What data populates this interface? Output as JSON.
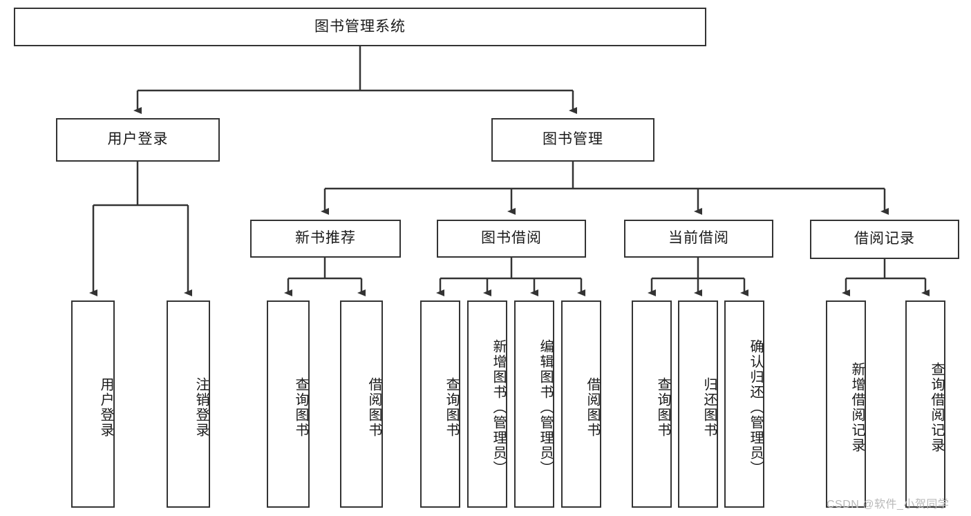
{
  "diagram": {
    "type": "hierarchy-tree",
    "title": "图书管理系统",
    "colors": {
      "box_border": "#333333",
      "box_fill": "#ffffff",
      "connector": "#333333",
      "text": "#1a1a1a",
      "watermark": "#b8b8b8",
      "background": "#ffffff"
    },
    "watermark": "CSDN @软件_小贺同学",
    "levels": [
      {
        "level": 1,
        "nodes": [
          {
            "id": "root",
            "label": "图书管理系统",
            "orientation": "horizontal"
          }
        ]
      },
      {
        "level": 2,
        "nodes": [
          {
            "id": "login",
            "label": "用户登录",
            "orientation": "horizontal",
            "parent": "root"
          },
          {
            "id": "bookmgmt",
            "label": "图书管理",
            "orientation": "horizontal",
            "parent": "root"
          }
        ]
      },
      {
        "level": 3,
        "nodes": [
          {
            "id": "newbook",
            "label": "新书推荐",
            "orientation": "horizontal",
            "parent": "bookmgmt"
          },
          {
            "id": "borrow",
            "label": "图书借阅",
            "orientation": "horizontal",
            "parent": "bookmgmt"
          },
          {
            "id": "current",
            "label": "当前借阅",
            "orientation": "horizontal",
            "parent": "bookmgmt"
          },
          {
            "id": "records",
            "label": "借阅记录",
            "orientation": "horizontal",
            "parent": "bookmgmt"
          }
        ]
      },
      {
        "level": 4,
        "nodes": [
          {
            "id": "leaf-login-1",
            "label": "用户登录",
            "orientation": "vertical",
            "parent": "login"
          },
          {
            "id": "leaf-login-2",
            "label": "注销登录",
            "orientation": "vertical",
            "parent": "login"
          },
          {
            "id": "leaf-newbook-1",
            "label": "查询图书",
            "orientation": "vertical",
            "parent": "newbook"
          },
          {
            "id": "leaf-newbook-2",
            "label": "借阅图书",
            "orientation": "vertical",
            "parent": "newbook"
          },
          {
            "id": "leaf-borrow-1",
            "label": "查询图书",
            "orientation": "vertical",
            "parent": "borrow"
          },
          {
            "id": "leaf-borrow-2",
            "label": "新增图书（管理员）",
            "orientation": "vertical",
            "parent": "borrow"
          },
          {
            "id": "leaf-borrow-3",
            "label": "编辑图书（管理员）",
            "orientation": "vertical",
            "parent": "borrow"
          },
          {
            "id": "leaf-borrow-4",
            "label": "借阅图书",
            "orientation": "vertical",
            "parent": "borrow"
          },
          {
            "id": "leaf-current-1",
            "label": "查询图书",
            "orientation": "vertical",
            "parent": "current"
          },
          {
            "id": "leaf-current-2",
            "label": "归还图书",
            "orientation": "vertical",
            "parent": "current"
          },
          {
            "id": "leaf-current-3",
            "label": "确认归还（管理员）",
            "orientation": "vertical",
            "parent": "current"
          },
          {
            "id": "leaf-records-1",
            "label": "新增借阅记录",
            "orientation": "vertical",
            "parent": "records"
          },
          {
            "id": "leaf-records-2",
            "label": "查询借阅记录",
            "orientation": "vertical",
            "parent": "records"
          }
        ]
      }
    ]
  }
}
